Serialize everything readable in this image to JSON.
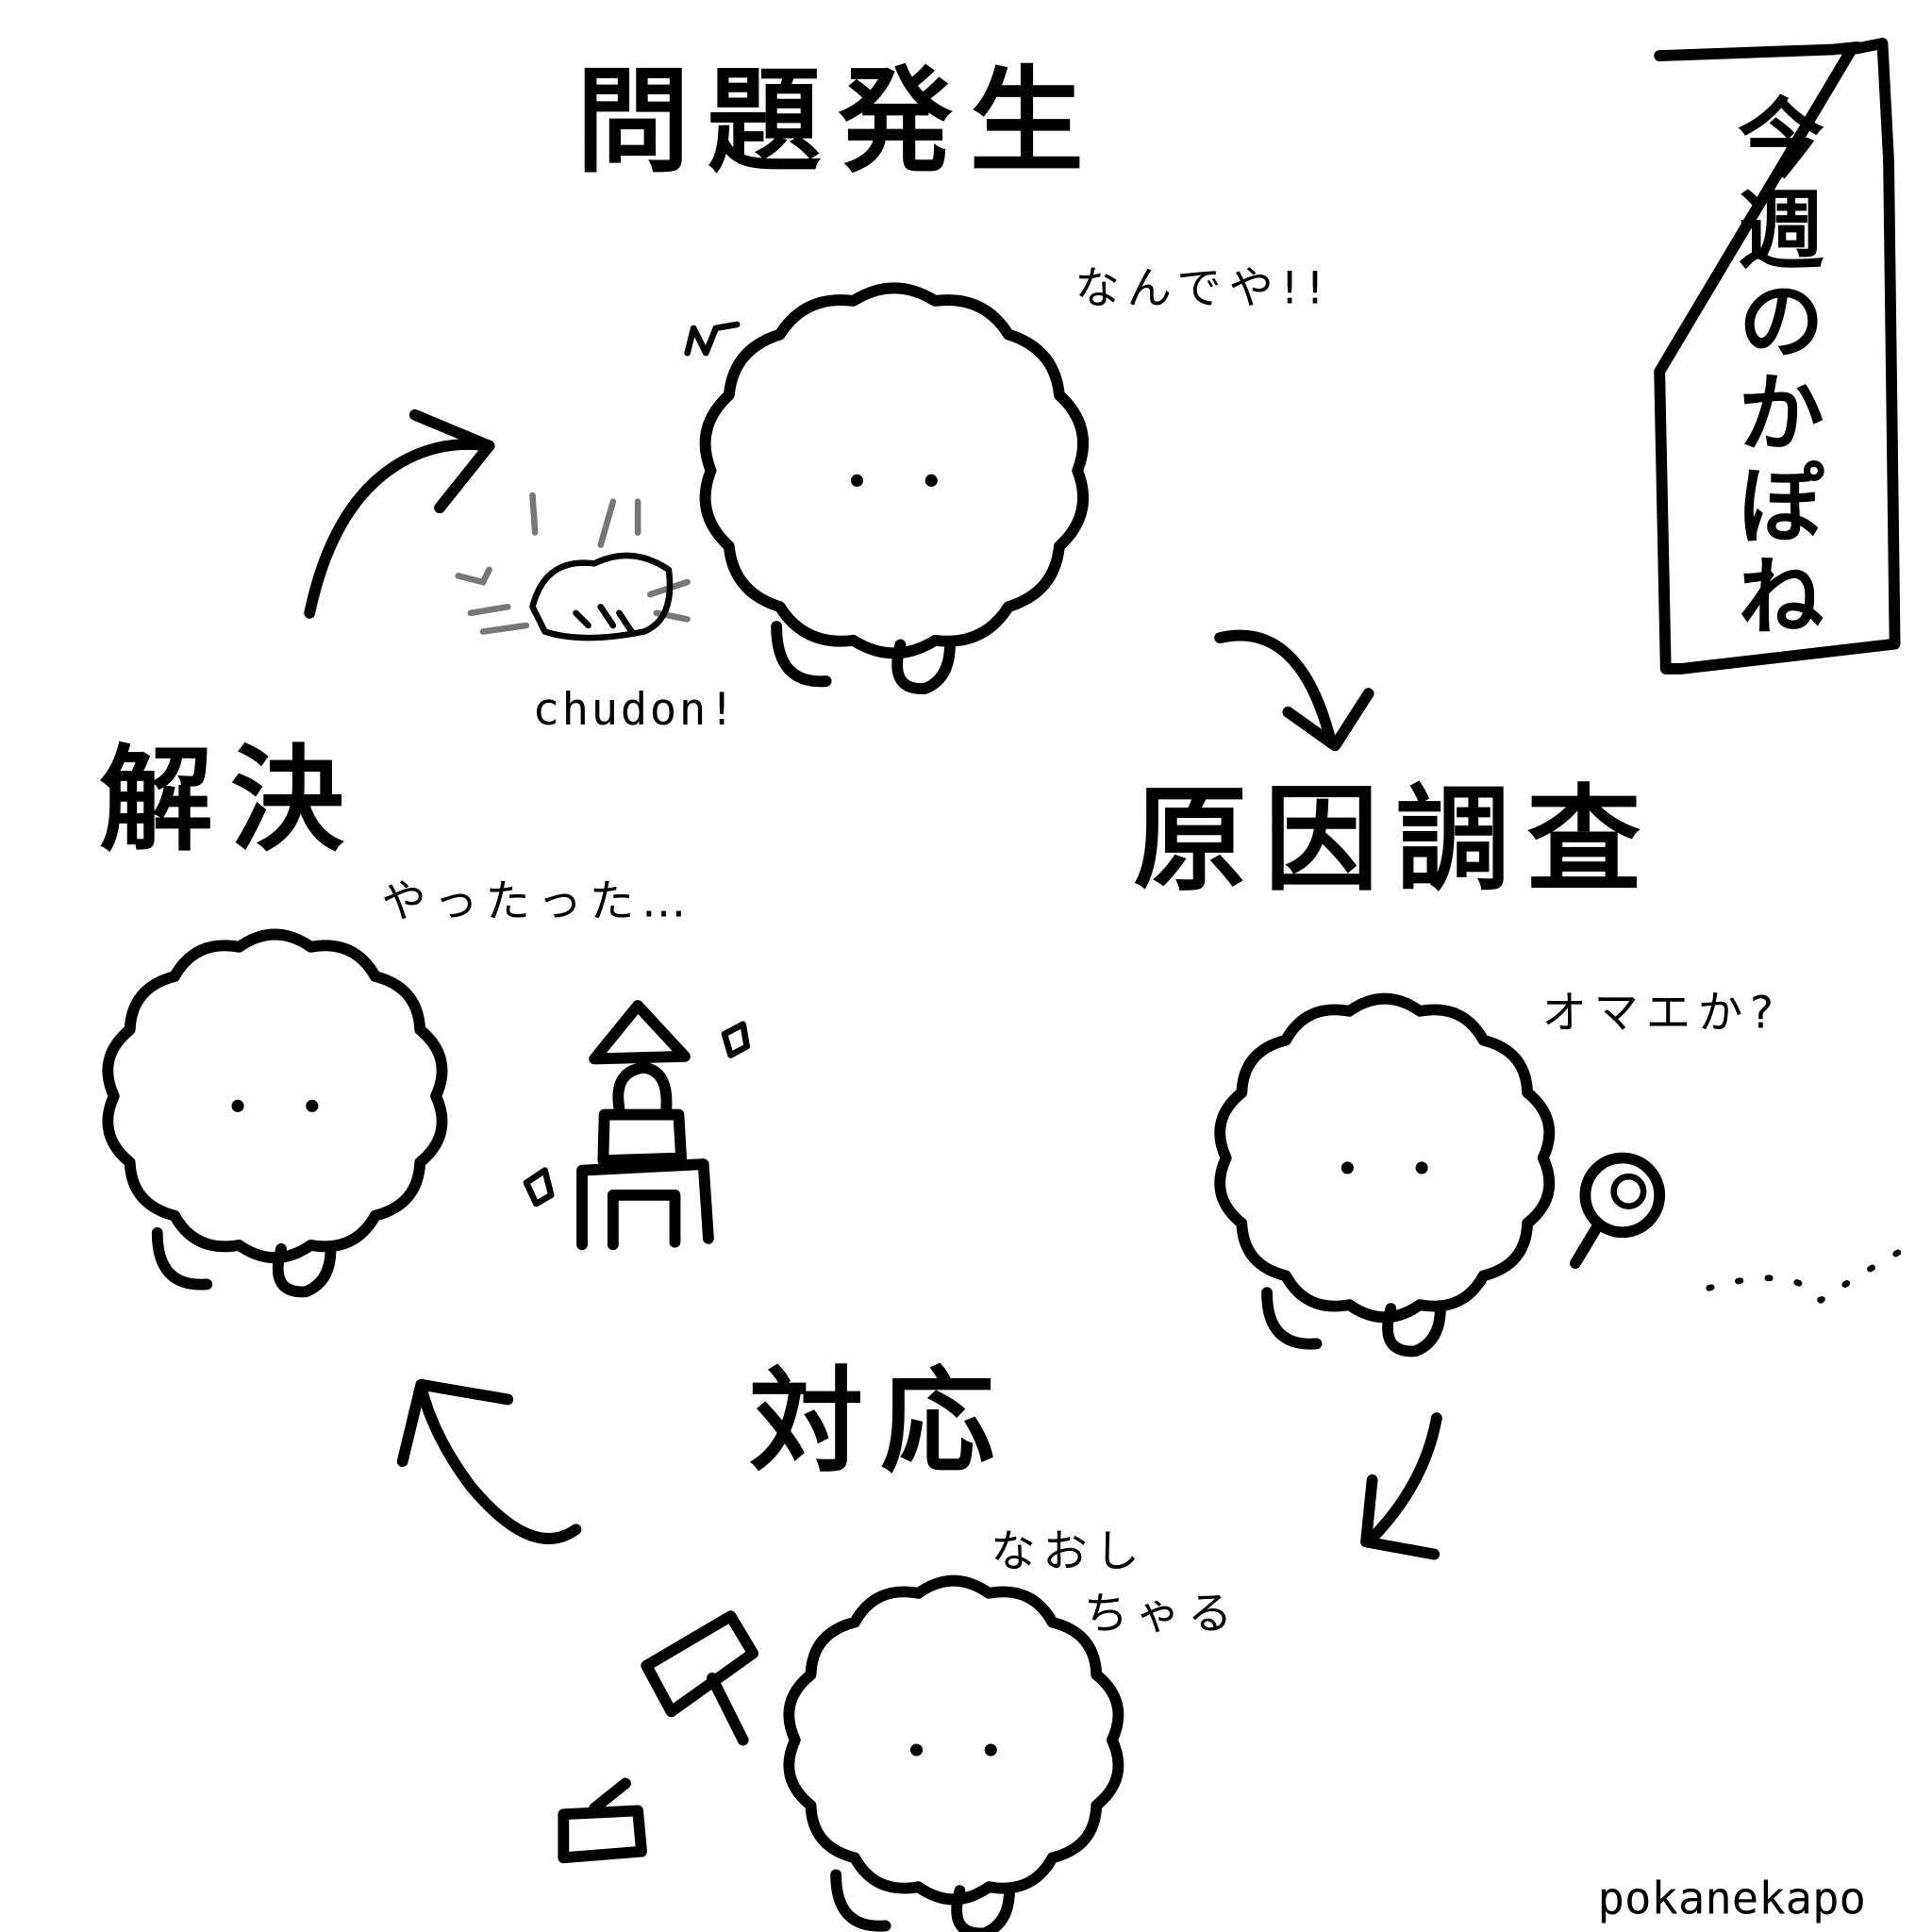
{
  "banner": {
    "title": "今週のかぽね"
  },
  "stages": [
    {
      "title": "問題発生",
      "speech": "なんでや!!",
      "sfx": "chudon!"
    },
    {
      "title": "原因調査",
      "speech": "オマエか?"
    },
    {
      "title": "対応",
      "speech_line1": "なおし",
      "speech_line2": "ちゃる"
    },
    {
      "title": "解決",
      "speech": "やったった…"
    }
  ],
  "signature": "pokanekapo"
}
